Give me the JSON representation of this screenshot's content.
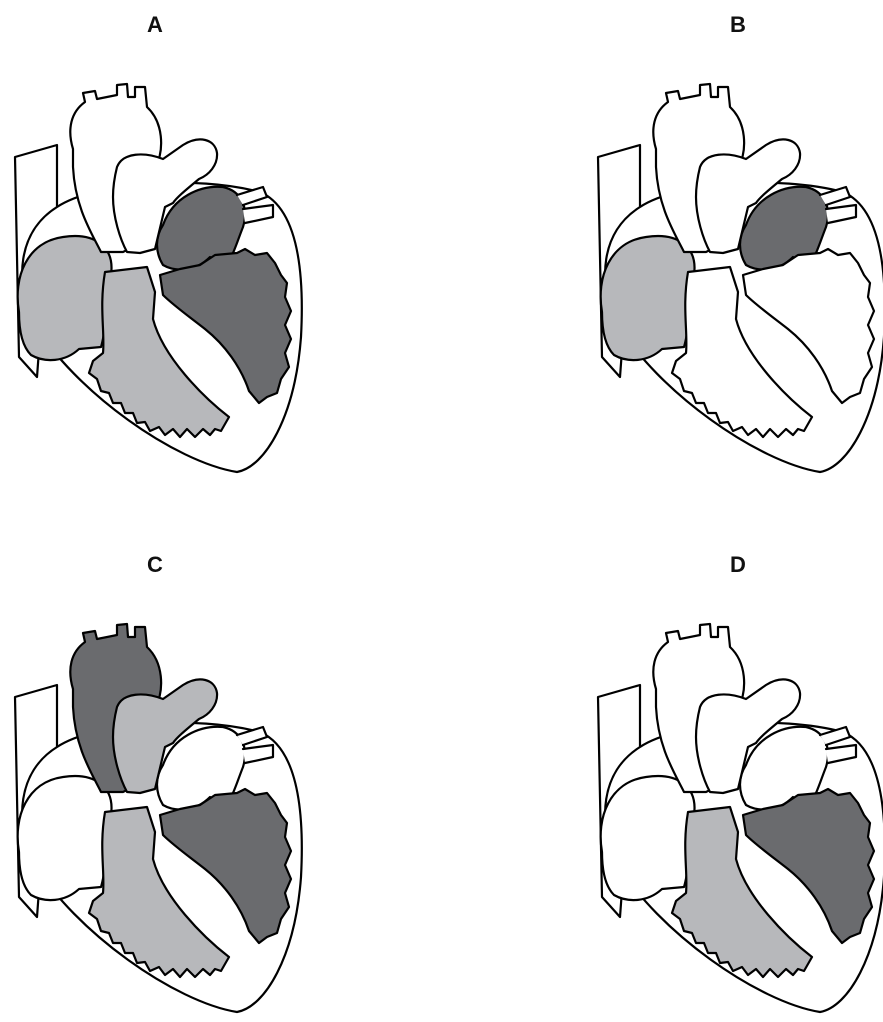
{
  "panels": [
    {
      "label": "A",
      "shading": {
        "right_atrium": "light",
        "right_ventricle": "light",
        "left_atrium": "dark",
        "left_ventricle": "dark",
        "aorta": "none",
        "pulmonary_artery": "none"
      }
    },
    {
      "label": "B",
      "shading": {
        "right_atrium": "light",
        "right_ventricle": "none",
        "left_atrium": "dark",
        "left_ventricle": "none",
        "aorta": "none",
        "pulmonary_artery": "none"
      }
    },
    {
      "label": "C",
      "shading": {
        "right_atrium": "none",
        "right_ventricle": "light",
        "left_atrium": "none",
        "left_ventricle": "dark",
        "aorta": "dark",
        "pulmonary_artery": "light"
      }
    },
    {
      "label": "D",
      "shading": {
        "right_atrium": "none",
        "right_ventricle": "light",
        "left_atrium": "none",
        "left_ventricle": "dark",
        "aorta": "none",
        "pulmonary_artery": "none"
      }
    }
  ],
  "colors": {
    "light": "#b7b8bb",
    "dark": "#6a6b6e",
    "none": "#ffffff",
    "outline": "#000000"
  }
}
